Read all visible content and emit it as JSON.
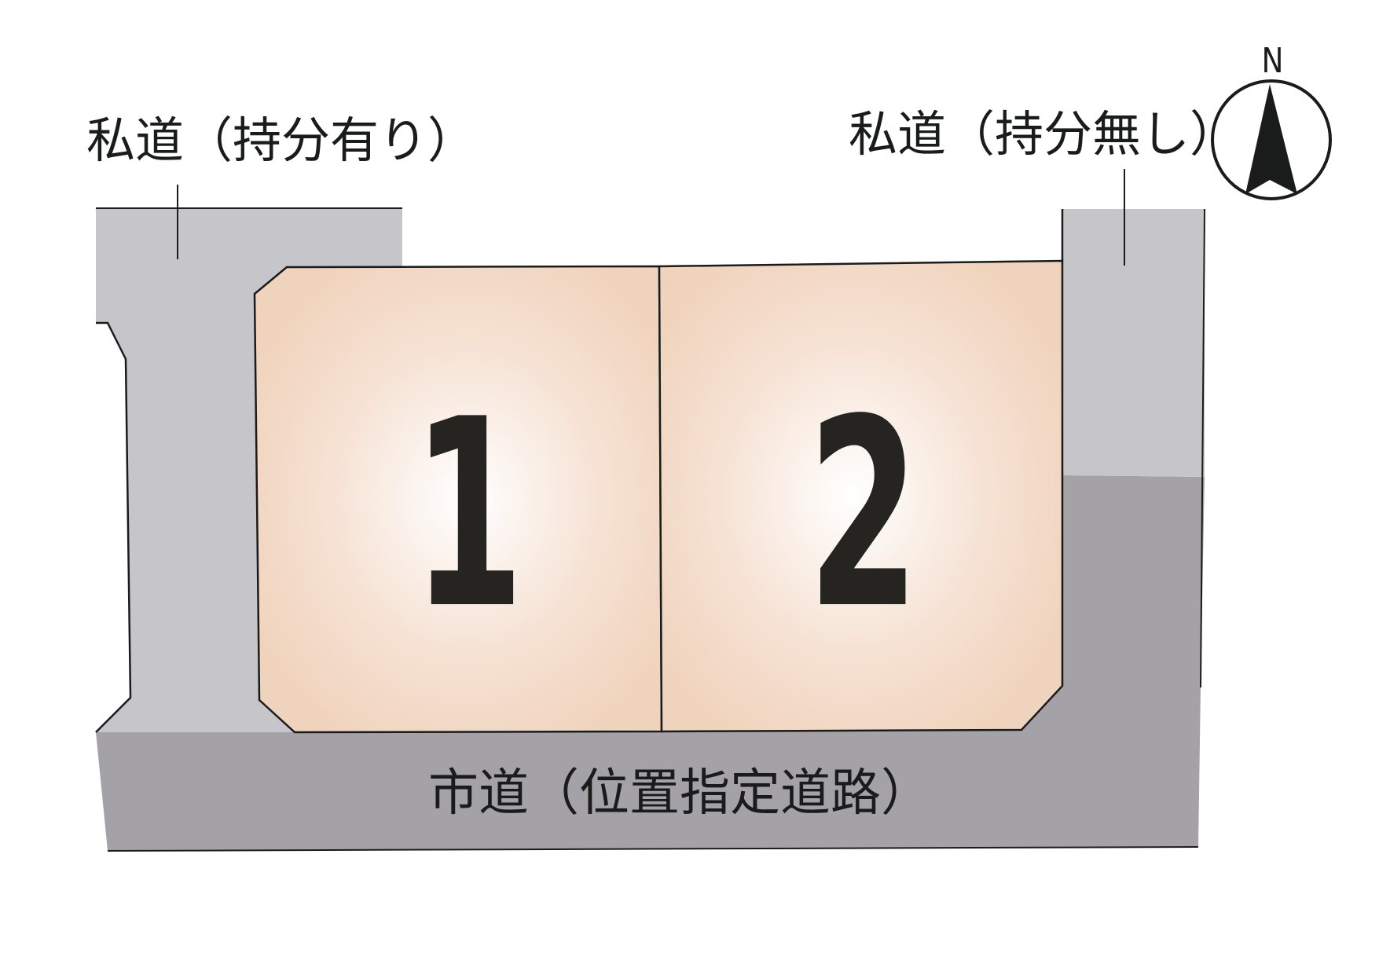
{
  "plan": {
    "roads": {
      "private_road_with_share": {
        "label": "私道（持分有り）",
        "color": "#c6c5ca"
      },
      "private_road_without_share": {
        "label": "私道（持分無し）",
        "color": "#c6c5ca"
      },
      "city_road": {
        "label": "市道（位置指定道路）",
        "color": "#a4a1a7"
      }
    },
    "lots": [
      {
        "number": "1",
        "fill": "#f2d6c0"
      },
      {
        "number": "2",
        "fill": "#f2d6c0"
      }
    ],
    "compass": {
      "direction_label": "N"
    },
    "colors": {
      "outline": "#1a1c1c",
      "lot_center_glow": "#ffffff",
      "lot_edge": "#f0d3bc",
      "private_road": "#c6c5ca",
      "city_road": "#a4a1a7",
      "number_text": "#262420"
    }
  }
}
